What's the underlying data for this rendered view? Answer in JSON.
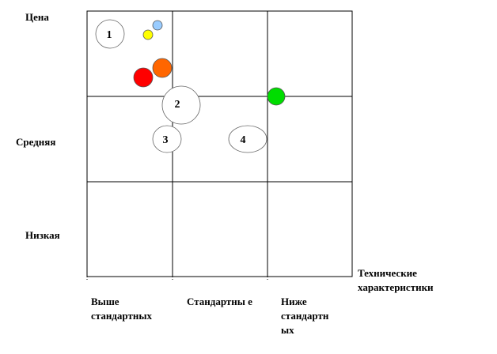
{
  "y_labels": {
    "top": "Цена",
    "middle": "Средняя",
    "bottom": "Низкая"
  },
  "x_axis_title": "Технические характеристики",
  "x_labels": {
    "left": "Выше стандартных",
    "center": "Стандартны е",
    "right": "Ниже стандартн ых"
  },
  "bubbles": {
    "n1": "1",
    "n2": "2",
    "n3": "3",
    "n4": "4"
  },
  "colors": {
    "grid": "#000000",
    "red": "#ff0000",
    "orange": "#ff6600",
    "green": "#00dd00",
    "yellow": "#ffff00",
    "light_blue": "#99ccff"
  }
}
